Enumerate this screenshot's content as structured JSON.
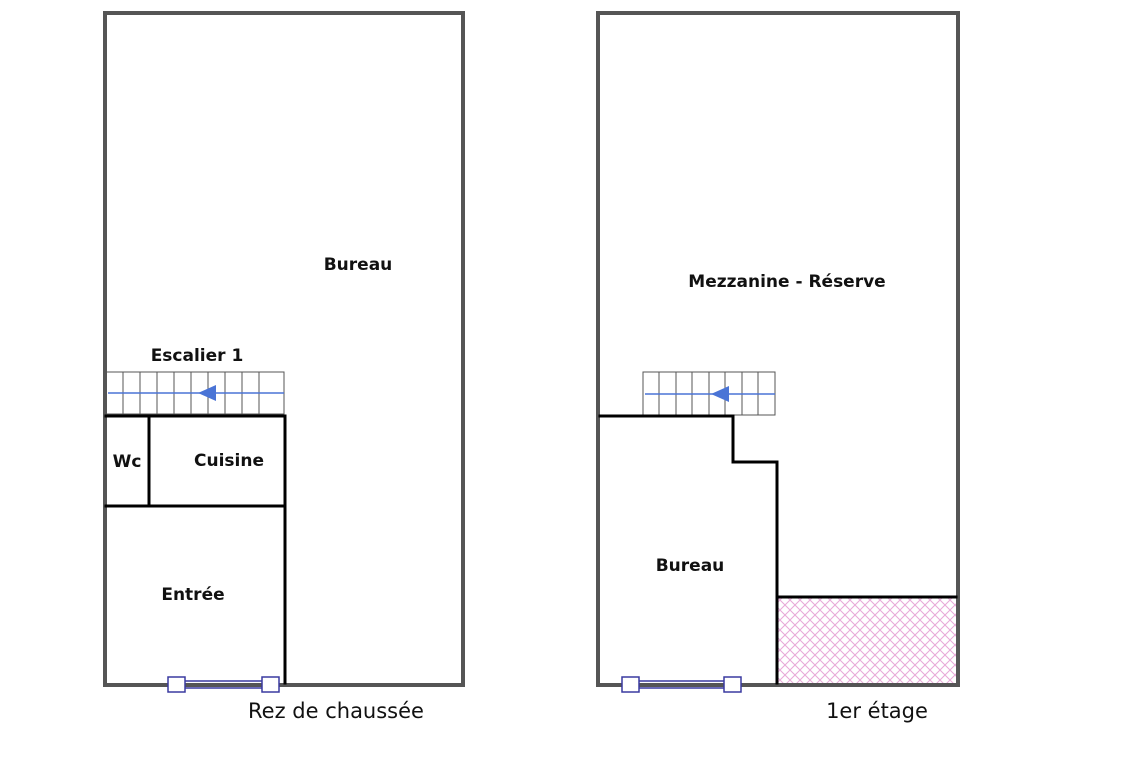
{
  "ground_floor": {
    "caption": "Rez de chaussée",
    "rooms": {
      "bureau": "Bureau",
      "escalier": "Escalier 1",
      "wc": "Wc",
      "cuisine": "Cuisine",
      "entree": "Entrée"
    }
  },
  "first_floor": {
    "caption": "1er étage",
    "rooms": {
      "mezzanine": "Mezzanine - Réserve",
      "bureau": "Bureau"
    }
  },
  "colors": {
    "wall": "#000000",
    "outer_wall": "#555555",
    "stair_arrow": "#4a74d6",
    "window": "#3a3aa0",
    "hatch": "#e8a8d8"
  }
}
